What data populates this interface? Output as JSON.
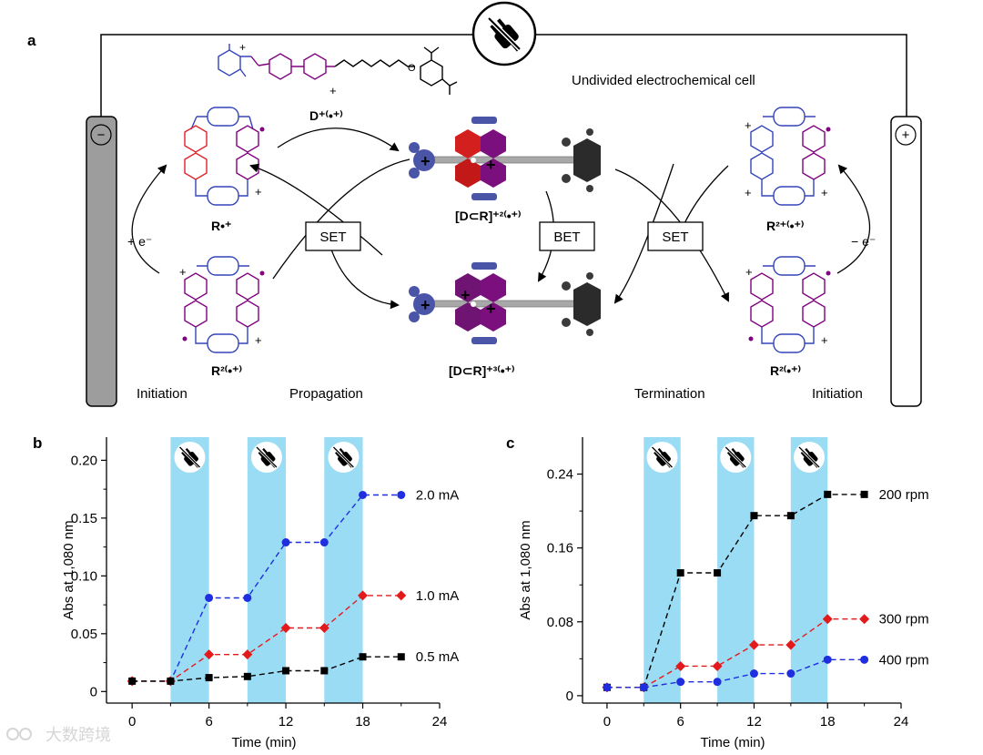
{
  "panel_a": {
    "letter": "a",
    "cell_label": "Undivided electrochemical cell",
    "cathode_sign": "−",
    "anode_sign": "+",
    "reduction_label": "+ e⁻",
    "oxidation_label": "− e⁻",
    "donor_label": "D⁺⁽•⁺⁾",
    "radical_top_left": "R•⁺",
    "radical_bottom_left": "R²⁽•⁺⁾",
    "radical_top_right": "R²⁺⁽•⁺⁾",
    "radical_bottom_right": "R²⁽•⁺⁾",
    "complex_top": "[D⊂R]⁺²⁽•⁺⁾",
    "complex_bottom": "[D⊂R]⁺³⁽•⁺⁾",
    "set_left": "SET",
    "bet": "BET",
    "set_right": "SET",
    "stage_initiation_left": "Initiation",
    "stage_propagation": "Propagation",
    "stage_termination": "Termination",
    "stage_initiation_right": "Initiation",
    "colors": {
      "blue": "#3344bb",
      "red": "#e0202a",
      "purple": "#800080",
      "electrode": "#999999",
      "ring_dark": "#4a4a4a"
    }
  },
  "watermark": "大数跨境",
  "chart_data": [
    {
      "letter": "b",
      "type": "line",
      "xlabel": "Time (min)",
      "ylabel": "Abs at 1,080 nm",
      "xlim": [
        -2,
        24
      ],
      "ylim": [
        -0.01,
        0.22
      ],
      "xticks": [
        0,
        6,
        12,
        18,
        24
      ],
      "yticks": [
        0,
        0.05,
        0.1,
        0.15,
        0.2
      ],
      "ytick_labels": [
        "0",
        "0.05",
        "0.10",
        "0.15",
        "0.20"
      ],
      "highlight_bands": [
        [
          3,
          6
        ],
        [
          9,
          12
        ],
        [
          15,
          18
        ]
      ],
      "band_color": "#9bdcf5",
      "band_icon": "unplugged-icon",
      "series": [
        {
          "name": "2.0 mA",
          "color": "#1f2fe0",
          "marker": "circle",
          "x": [
            0,
            3,
            6,
            9,
            12,
            15,
            18,
            21
          ],
          "y": [
            0.009,
            0.009,
            0.081,
            0.081,
            0.129,
            0.129,
            0.17,
            0.17
          ]
        },
        {
          "name": "1.0 mA",
          "color": "#e31a1c",
          "marker": "diamond",
          "x": [
            0,
            3,
            6,
            9,
            12,
            15,
            18,
            21
          ],
          "y": [
            0.009,
            0.009,
            0.032,
            0.032,
            0.055,
            0.055,
            0.083,
            0.083
          ]
        },
        {
          "name": "0.5 mA",
          "color": "#000000",
          "marker": "square",
          "x": [
            0,
            3,
            6,
            9,
            12,
            15,
            18,
            21
          ],
          "y": [
            0.009,
            0.009,
            0.012,
            0.013,
            0.018,
            0.018,
            0.03,
            0.03
          ]
        }
      ]
    },
    {
      "letter": "c",
      "type": "line",
      "xlabel": "Time (min)",
      "ylabel": "Abs at 1,080 nm",
      "xlim": [
        -2,
        24
      ],
      "ylim": [
        -0.008,
        0.28
      ],
      "xticks": [
        0,
        6,
        12,
        18,
        24
      ],
      "yticks": [
        0,
        0.08,
        0.16,
        0.24
      ],
      "ytick_labels": [
        "0",
        "0.08",
        "0.16",
        "0.24"
      ],
      "highlight_bands": [
        [
          3,
          6
        ],
        [
          9,
          12
        ],
        [
          15,
          18
        ]
      ],
      "band_color": "#9bdcf5",
      "band_icon": "unplugged-icon",
      "series": [
        {
          "name": "200 rpm",
          "color": "#000000",
          "marker": "square",
          "x": [
            0,
            3,
            6,
            9,
            12,
            15,
            18,
            21
          ],
          "y": [
            0.009,
            0.009,
            0.133,
            0.133,
            0.195,
            0.195,
            0.218,
            0.218
          ]
        },
        {
          "name": "300 rpm",
          "color": "#e31a1c",
          "marker": "diamond",
          "x": [
            0,
            3,
            6,
            9,
            12,
            15,
            18,
            21
          ],
          "y": [
            0.009,
            0.009,
            0.032,
            0.032,
            0.055,
            0.055,
            0.083,
            0.083
          ]
        },
        {
          "name": "400 rpm",
          "color": "#1f2fe0",
          "marker": "circle",
          "x": [
            0,
            3,
            6,
            9,
            12,
            15,
            18,
            21
          ],
          "y": [
            0.009,
            0.009,
            0.015,
            0.015,
            0.024,
            0.024,
            0.039,
            0.039
          ]
        }
      ]
    }
  ]
}
